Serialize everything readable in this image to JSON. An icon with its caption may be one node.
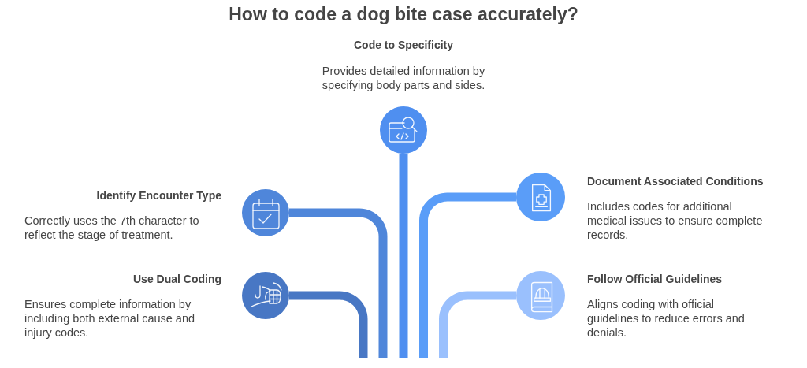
{
  "diagram": {
    "title": "How to code a dog bite case accurately?",
    "nodes": [
      {
        "text": [],
        "shape": "circle",
        "beside": [
          "Code to Specificity",
          "Provides detailed information by specifying body parts and sides."
        ]
      },
      {
        "text": [],
        "shape": "circle",
        "beside": [
          "Identify Encounter Type",
          "Correctly uses the 7th character to reflect the stage of treatment."
        ]
      },
      {
        "text": [],
        "shape": "circle",
        "beside": [
          "Document Associated Conditions",
          "Includes codes for additional medical issues to ensure complete records."
        ]
      },
      {
        "text": [],
        "shape": "circle",
        "beside": [
          "Use Dual Coding",
          "Ensures complete information by including both external cause and injury codes."
        ]
      },
      {
        "text": [],
        "shape": "circle",
        "beside": [
          "Follow Official Guidelines",
          "Aligns coding with official guidelines to reduce errors and denials."
        ]
      }
    ],
    "edges": [
      {
        "from": 0,
        "to": null,
        "arrow": "none",
        "color": "#4f8ff0"
      },
      {
        "from": 1,
        "to": null,
        "arrow": "none",
        "color": "#4f86da"
      },
      {
        "from": 2,
        "to": null,
        "arrow": "none",
        "color": "#5a9df8"
      },
      {
        "from": 3,
        "to": null,
        "arrow": "none",
        "color": "#4877c4"
      },
      {
        "from": 4,
        "to": null,
        "arrow": "none",
        "color": "#9ac0fd"
      }
    ]
  }
}
